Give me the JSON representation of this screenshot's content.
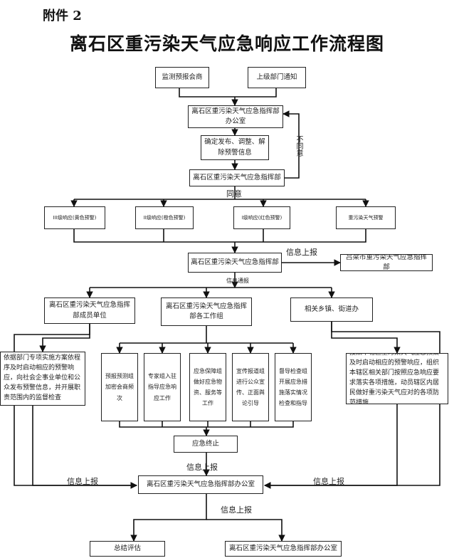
{
  "header": {
    "attachment": "附件 2",
    "title": "离石区重污染天气应急响应工作流程图"
  },
  "nodes": {
    "consult": "监测预报会商",
    "notice": "上级部门通知",
    "office1": "离石区重污染天气应急指挥部办公室",
    "confirm": "确定发布、调整、解除预警信息",
    "hq1": "离石区重污染天气应急指挥部",
    "level3": "III级响应(黄色预警)",
    "level2": "II级响应(橙色预警)",
    "level1": "I级响应(红色预警)",
    "level0": "重污染天气预警",
    "hq2": "离石区重污染天气应急指挥部",
    "lvliang": "吕梁市重污染天气应急指挥部",
    "members": "离石区重污染天气应急指挥部成员单位",
    "groups": "离石区重污染天气应急指挥部各工作组",
    "towns": "相关乡镇、街道办",
    "left_desc": "依据部门专项实施方案依程序及时启动相应的预警响应，向社会企事业单位和公众发布预警信息，并开展职责范围内的监督检查",
    "g1": "预报预测组加密会商频次",
    "g2": "专家组入驻指导应急响应工作",
    "g3": "应急保障组做好应急物资、服务等工作",
    "g4": "宣传报道组进行公众宣传、正面舆论引导",
    "g5": "督导检查组开展应急措施落实情况检查和指导",
    "right_desc": "按照本辖区重污染天气应急预案及时启动相应的预警响应，组织本辖区相关部门按照应急响应要求落实各项措施，动员辖区内居民做好重污染天气应对的各项防范措施",
    "end": "应急终止",
    "office2": "离石区重污染天气应急指挥部办公室",
    "summary": "总结评估",
    "office3": "离石区重污染天气应急指挥部办公室"
  },
  "labels": {
    "disagree": "不同意",
    "agree": "同意",
    "report1": "信息上报",
    "issue": "信息通报",
    "report2": "信息上报",
    "report3": "信息上报",
    "report4": "信息上报",
    "report5": "信息上报"
  }
}
